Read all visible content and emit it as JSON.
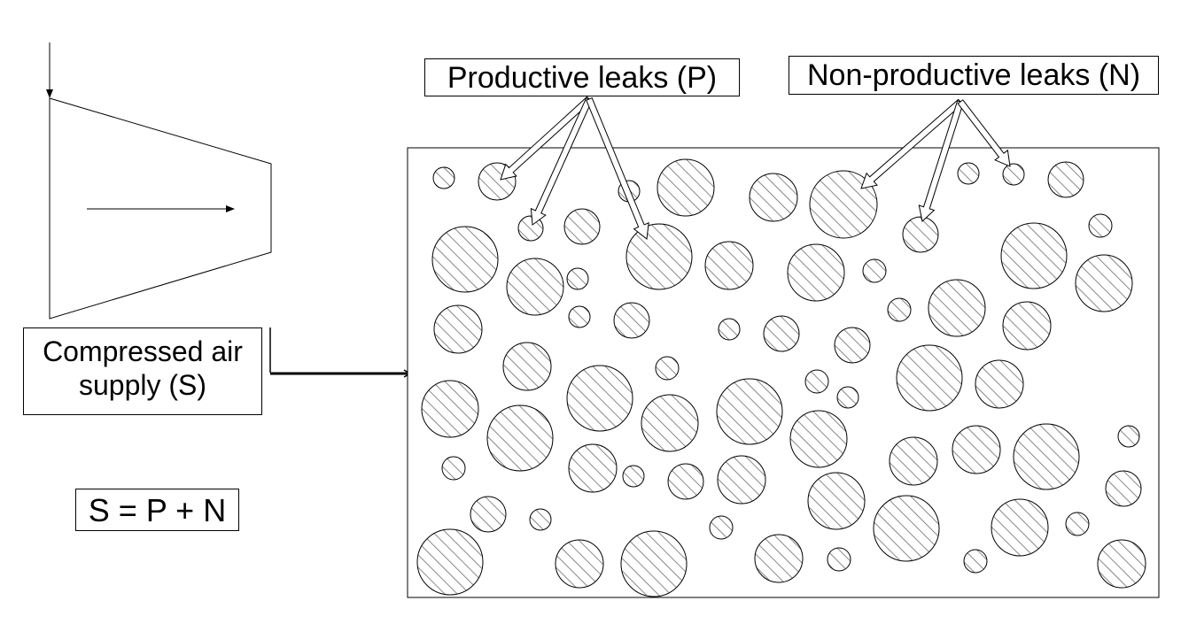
{
  "labels": {
    "productive_leaks": "Productive leaks (P)",
    "nonproductive_leaks": "Non-productive leaks (N)",
    "supply_line1": "Compressed air",
    "supply_line2": "supply (S)",
    "equation": "S = P + N"
  },
  "colors": {
    "stroke": "#000000",
    "hatch": "#6b6b6b",
    "background": "#ffffff"
  }
}
